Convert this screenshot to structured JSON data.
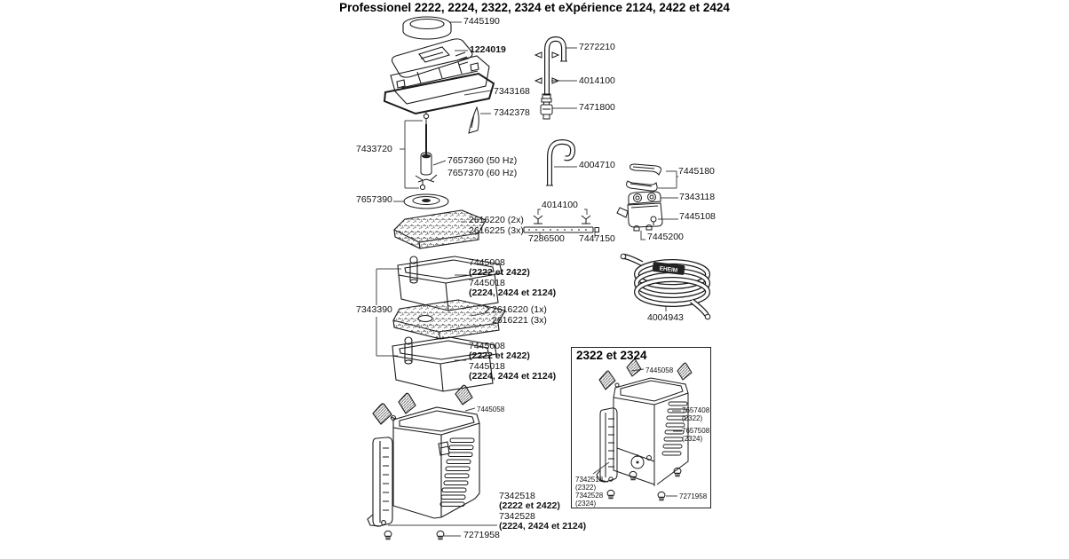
{
  "title": "Professionel 2222, 2224, 2322, 2324 et eXpérience 2124, 2422 et 2424",
  "colors": {
    "line": "#1a1a1a",
    "leader": "#444444",
    "background": "#ffffff"
  },
  "labels": {
    "top_cover": "7445190",
    "pump_head": "1224019",
    "head_gasket": "7343168",
    "clip_blade": "7342378",
    "outlet_elbow": "7272210",
    "outlet_clamp": "4014100",
    "connector": "7471800",
    "inlet_elbow": "4004710",
    "shaft_set": "7433720",
    "impeller_50hz": "7657360 (50 Hz)",
    "impeller_60hz": "7657370 (60 Hz)",
    "pump_cover": "7657390",
    "coarse_pad_2x": "2616220 (2x)",
    "coarse_pad_3x": "2616225 (3x)",
    "bar_clamp": "4014100",
    "spray_bar": "7286500",
    "bar_plug": "7447150",
    "handles": "7445180",
    "adapter_top": "7343118",
    "adapter_body": "7445108",
    "adapter_feet": "7445200",
    "hose": "4004943",
    "hose_brand": "EHEIM",
    "basket_upper": [
      "7445008",
      "(2222 et 2422)",
      "7445018",
      "(2224, 2424 et 2124)"
    ],
    "media_tube": "7343390",
    "fine_pad_1x": "2616220 (1x)",
    "fine_pad_3x": "2616221 (3x)",
    "basket_lower": [
      "7445008",
      "(2222 et 2422)",
      "7445018",
      "(2224, 2424 et 2124)"
    ],
    "canister_clip": "7445058",
    "canister_body": [
      "7342518",
      "(2222 et 2422)",
      "7342528",
      "(2224, 2424 et 2124)"
    ],
    "foot_screw": "7271958"
  },
  "inset": {
    "header": "2322 et 2324",
    "canister_clip": "7445058",
    "column_2322": [
      "7657408",
      "(2322)"
    ],
    "column_2324": [
      "7657508",
      "(2324)"
    ],
    "canister_2322": [
      "7342518",
      "(2322)"
    ],
    "canister_2324": [
      "7342528",
      "(2324)"
    ],
    "foot_screw": "7271958"
  }
}
